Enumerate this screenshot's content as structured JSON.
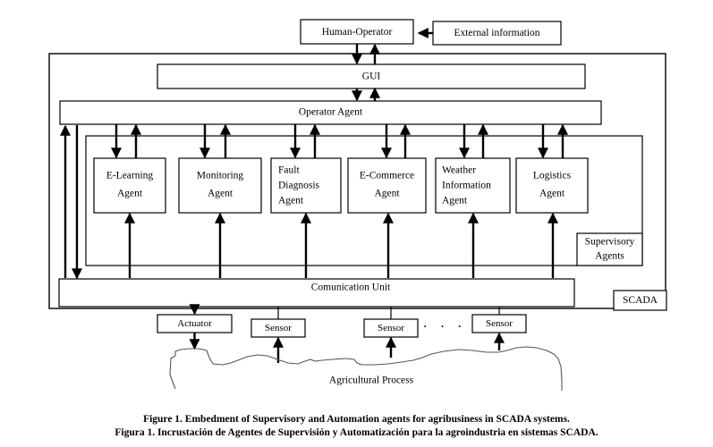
{
  "figure": {
    "caption_en": "Figure 1. Embedment of Supervisory and Automation agents for agribusiness in SCADA systems.",
    "caption_es": "Figura 1. Incrustación de Agentes de Supervisión y Automatización para la agroindustria en sistemas SCADA.",
    "background": "#ffffff",
    "line_color": "#000000",
    "terrain_color": "#555555"
  },
  "top_nodes": {
    "human_operator": "Human-Operator",
    "external_information": "External information"
  },
  "scada": {
    "label": "SCADA",
    "gui": "GUI",
    "operator_agent": "Operator Agent",
    "communication_unit": "Comunication Unit",
    "supervisory_group_label": "Supervisory Agents"
  },
  "agents": [
    {
      "id": "e-learning-agent",
      "lines": [
        "E-Learning",
        "Agent"
      ]
    },
    {
      "id": "monitoring-agent",
      "lines": [
        "Monitoring",
        "Agent"
      ]
    },
    {
      "id": "fault-diagnosis-agent",
      "lines": [
        "Fault",
        "Diagnosis",
        "Agent"
      ]
    },
    {
      "id": "e-commerce-agent",
      "lines": [
        "E-Commerce",
        "Agent"
      ]
    },
    {
      "id": "weather-information-agent",
      "lines": [
        "Weather",
        "Information",
        "Agent"
      ]
    },
    {
      "id": "logistics-agent",
      "lines": [
        "Logistics",
        "Agent"
      ]
    }
  ],
  "field_devices": [
    {
      "id": "actuator",
      "label": "Actuator"
    },
    {
      "id": "sensor-1",
      "label": "Sensor"
    },
    {
      "id": "sensor-2",
      "label": "Sensor"
    },
    {
      "id": "sensor-n",
      "label": "Sensor"
    }
  ],
  "ellipsis": "·  ·  ·",
  "process": {
    "label": "Agricultural Process"
  },
  "agent_labels": {
    "e_learning_l1": "E-Learning",
    "e_learning_l2": "Agent",
    "monitoring_l1": "Monitoring",
    "monitoring_l2": "Agent",
    "fault_l1": "Fault",
    "fault_l2": "Diagnosis",
    "fault_l3": "Agent",
    "ecommerce_l1": "E-Commerce",
    "ecommerce_l2": "Agent",
    "weather_l1": "Weather",
    "weather_l2": "Information",
    "weather_l3": "Agent",
    "logistics_l1": "Logistics",
    "logistics_l2": "Agent",
    "supervisory_l1": "Supervisory",
    "supervisory_l2": "Agents"
  },
  "device_labels": {
    "actuator": "Actuator",
    "sensor1": "Sensor",
    "sensor2": "Sensor",
    "sensor3": "Sensor"
  }
}
